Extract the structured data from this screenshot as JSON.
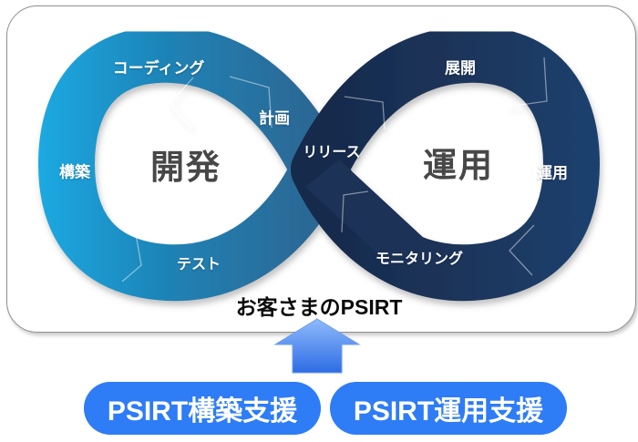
{
  "diagram": {
    "type": "devops-infinity-loop",
    "left_loop": {
      "center_label": "開発",
      "segments": [
        "コーディング",
        "計画",
        "構築",
        "テスト"
      ],
      "gradient": [
        "#1fa9e2",
        "#1f82b5",
        "#2e6490"
      ]
    },
    "right_loop": {
      "center_label": "運用",
      "segments": [
        "展開",
        "リリース",
        "運用",
        "モニタリング"
      ],
      "gradient": [
        "#15294b",
        "#1c3459",
        "#1f416f"
      ]
    }
  },
  "labels": {
    "coding": "コーディング",
    "plan": "計画",
    "build": "構築",
    "test": "テスト",
    "release": "リリース",
    "deploy": "展開",
    "operate_side": "運用",
    "monitoring": "モニタリング",
    "dev_center": "開発",
    "ops_center": "運用"
  },
  "caption": "お客さまのPSIRT",
  "buttons": {
    "build_support": "PSIRT構築支援",
    "ops_support": "PSIRT運用支援"
  },
  "colors": {
    "button_blue": "#2e7cf6",
    "arrow_top": "#8fbafb",
    "arrow_bottom": "#2c6be4",
    "frame_border": "#8f8f8f",
    "center_text": "#474747",
    "caption_text": "#0a0a0a"
  }
}
